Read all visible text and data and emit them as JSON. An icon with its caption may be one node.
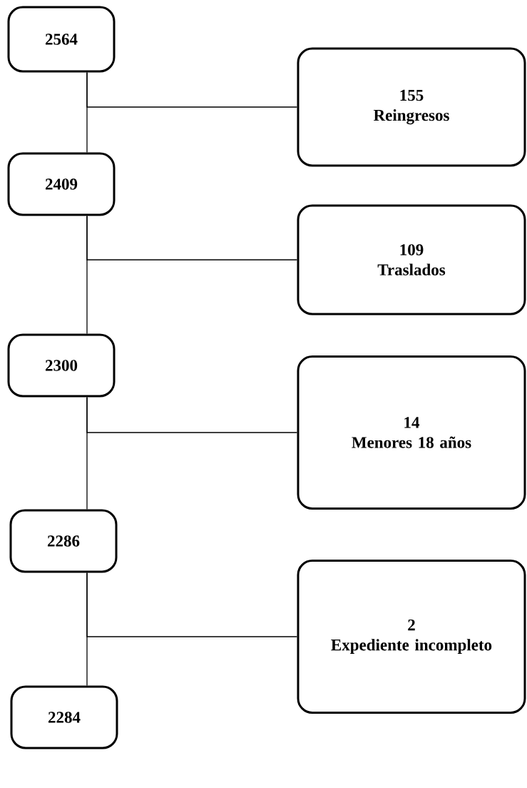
{
  "diagram": {
    "nodes": [
      {
        "text": [
          "2564"
        ]
      },
      {
        "text": [
          "155",
          "Reingresos"
        ]
      },
      {
        "text": [
          "2409"
        ]
      },
      {
        "text": [
          "109",
          "Traslados"
        ]
      },
      {
        "text": [
          "2300"
        ]
      },
      {
        "text": [
          "14",
          "Menores 18 años"
        ]
      },
      {
        "text": [
          "2286"
        ]
      },
      {
        "text": [
          "2",
          "Expediente incompleto"
        ]
      },
      {
        "text": [
          "2284"
        ]
      }
    ],
    "edges": [
      {
        "from": 0,
        "to": 2,
        "arrow": "none"
      },
      {
        "from": 0,
        "to": 1,
        "arrow": "none"
      },
      {
        "from": 2,
        "to": 4,
        "arrow": "none"
      },
      {
        "from": 2,
        "to": 3,
        "arrow": "none"
      },
      {
        "from": 4,
        "to": 6,
        "arrow": "none"
      },
      {
        "from": 4,
        "to": 5,
        "arrow": "none"
      },
      {
        "from": 6,
        "to": 8,
        "arrow": "none"
      },
      {
        "from": 6,
        "to": 7,
        "arrow": "none"
      }
    ]
  }
}
